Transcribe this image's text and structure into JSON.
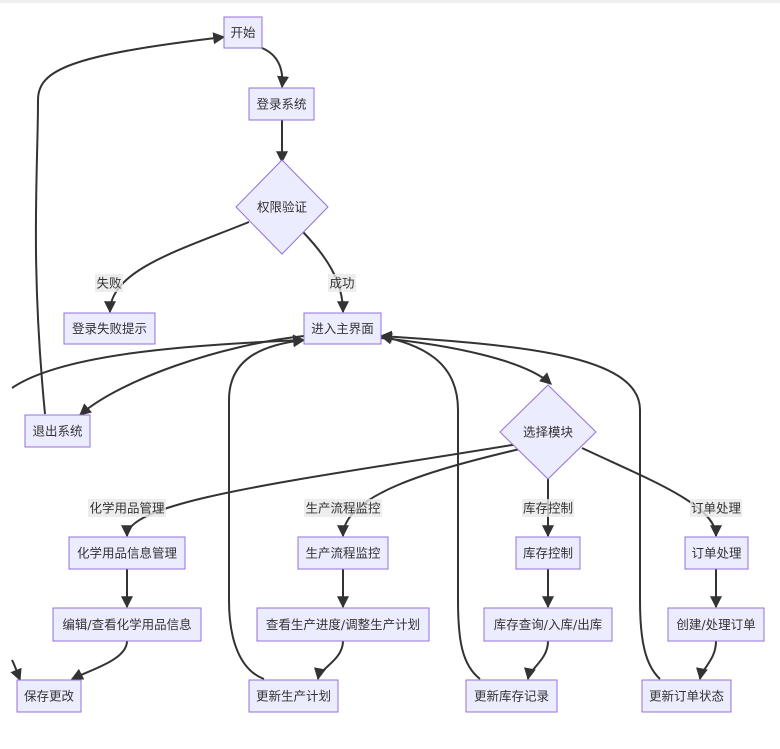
{
  "colors": {
    "node_fill": "#ececff",
    "node_border": "#9370db",
    "edge": "#333333",
    "label_bg": "#e8e8e8"
  },
  "nodes": {
    "start": "开始",
    "login": "登录系统",
    "auth": "权限验证",
    "login_fail": "登录失败提示",
    "main": "进入主界面",
    "logout": "退出系统",
    "select": "选择模块",
    "chem_info": "化学用品信息管理",
    "chem_edit": "编辑/查看化学用品信息",
    "save": "保存更改",
    "prod_monitor": "生产流程监控",
    "prod_view": "查看生产进度/调整生产计划",
    "prod_update": "更新生产计划",
    "inv_control": "库存控制",
    "inv_ops": "库存查询/入库/出库",
    "inv_update": "更新库存记录",
    "order": "订单处理",
    "order_ops": "创建/处理订单",
    "order_update": "更新订单状态"
  },
  "edge_labels": {
    "fail": "失败",
    "success": "成功",
    "chem": "化学用品管理",
    "prod": "生产流程监控",
    "inv": "库存控制",
    "order": "订单处理"
  }
}
